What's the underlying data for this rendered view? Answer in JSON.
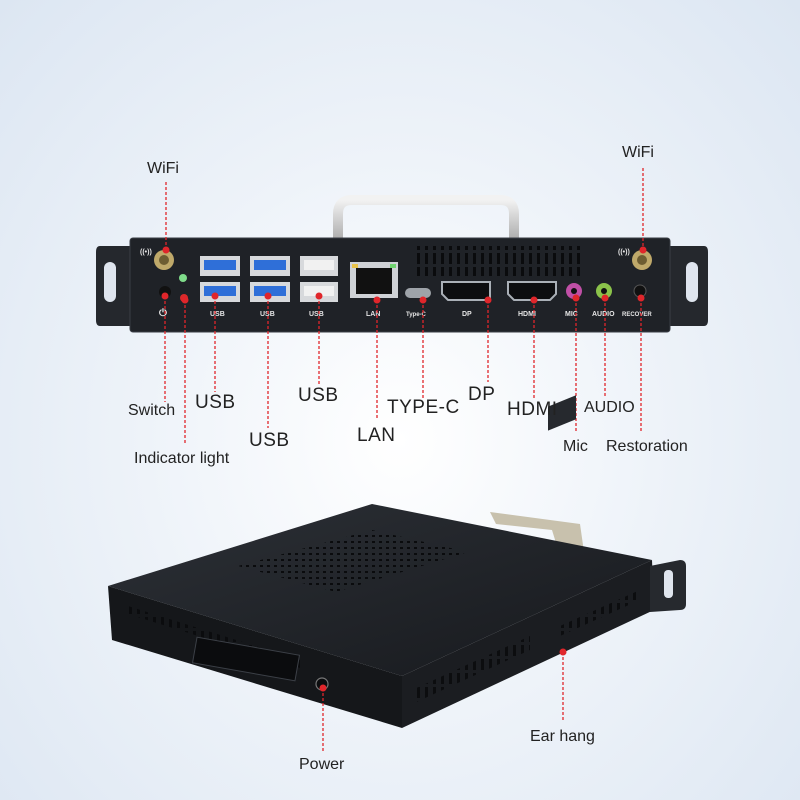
{
  "labels": {
    "wifi_left": "WiFi",
    "wifi_right": "WiFi",
    "switch": "Switch",
    "indicator_light": "Indicator light",
    "usb_1": "USB",
    "usb_2": "USB",
    "usb_3": "USB",
    "lan": "LAN",
    "type_c": "TYPE-C",
    "dp": "DP",
    "hdmi": "HDMI",
    "audio": "AUDIO",
    "mic": "Mic",
    "restoration": "Restoration",
    "power": "Power",
    "ear_hang": "Ear hang"
  },
  "panel_text": {
    "usb_a": "USB",
    "usb_b": "USB",
    "usb_c": "USB",
    "lan": "LAN",
    "type_c": "Type-C",
    "dp": "DP",
    "hdmi": "HDMI",
    "mic": "MIC",
    "audio": "AUDIO",
    "recover": "RECOVER"
  },
  "colors": {
    "leader": "#e0262b",
    "dot": "#e0262b",
    "usb3_blue": "#2f6fd8",
    "chassis": "#1e2126"
  }
}
